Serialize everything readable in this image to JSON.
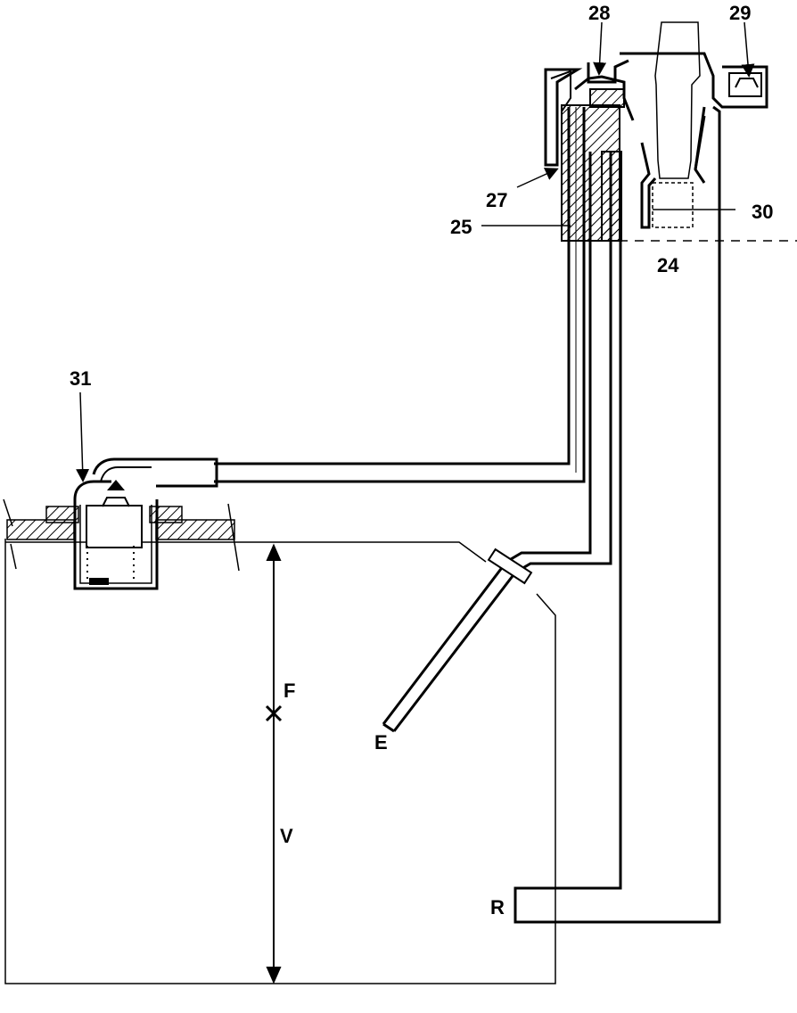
{
  "labels": {
    "l28": "28",
    "l29": "29",
    "l27": "27",
    "l25": "25",
    "l30": "30",
    "l24": "24",
    "l31": "31",
    "lF": "F",
    "lV": "V",
    "lE": "E",
    "lR": "R"
  },
  "colors": {
    "ink": "#000000",
    "paper": "#ffffff",
    "hatch": "#000000"
  }
}
